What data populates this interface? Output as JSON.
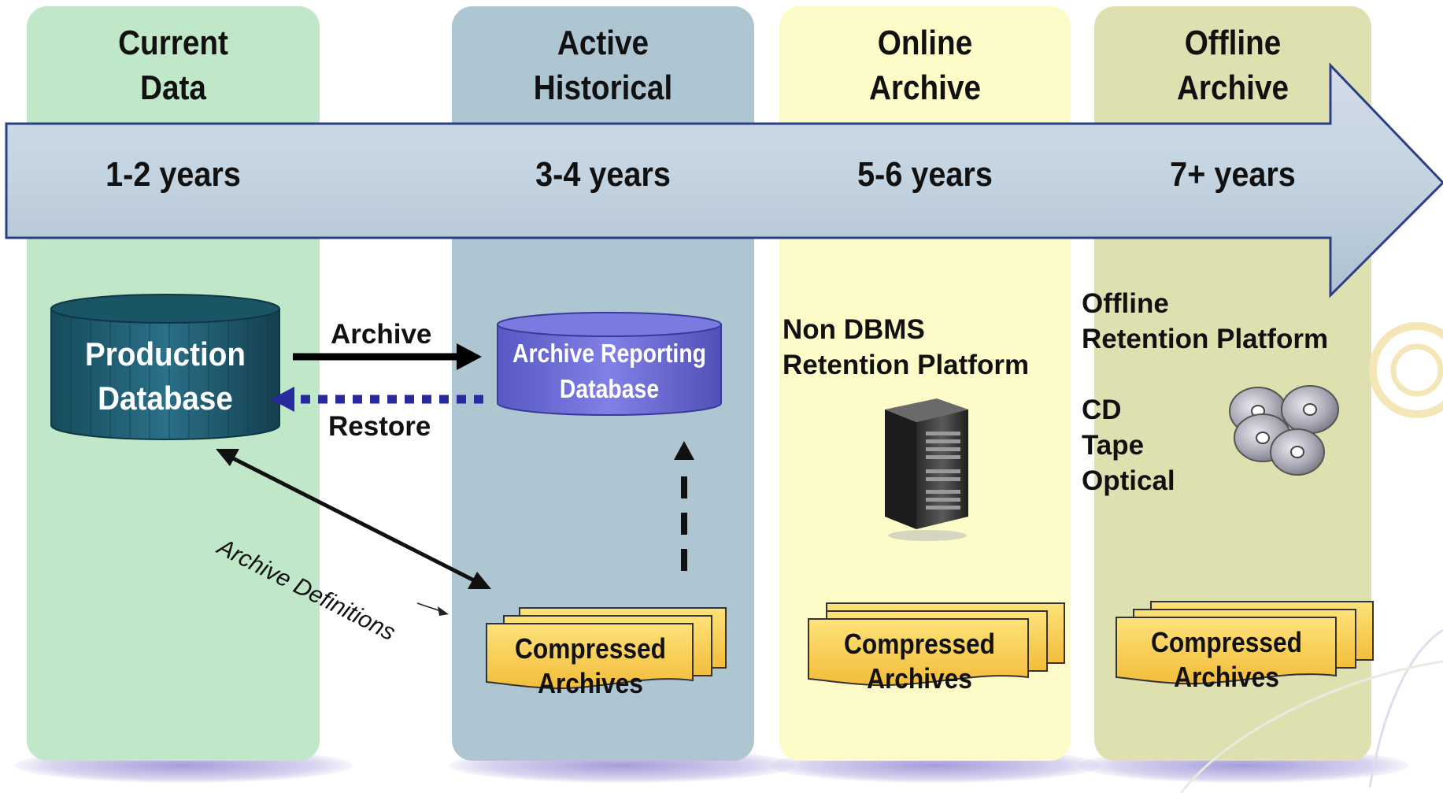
{
  "colors": {
    "current": "#c0e8c8",
    "active": "#aec5d2",
    "online": "#fdfcc8",
    "offline": "#dfe0b0",
    "arrow_band": "#c5d5e2",
    "database_dark": "#1c5e72",
    "database_purple": "#6a6ad4",
    "archive_file": "#f7cc4e",
    "restore_dotted": "#2a2aa0"
  },
  "columns": [
    {
      "title": [
        "Current",
        "Data"
      ],
      "years": "1-2 years"
    },
    {
      "title": [
        "Active",
        "Historical"
      ],
      "years": "3-4 years"
    },
    {
      "title": [
        "Online",
        "Archive"
      ],
      "years": "5-6 years"
    },
    {
      "title": [
        "Offline",
        "Archive"
      ],
      "years": "7+ years"
    }
  ],
  "production_db": [
    "Production",
    "Database"
  ],
  "reporting_db": [
    "Archive Reporting",
    "Database"
  ],
  "archive_label": "Archive",
  "restore_label": "Restore",
  "definitions_label": "Archive Definitions",
  "compressed": [
    "Compressed",
    "Archives"
  ],
  "online_platform": [
    "Non DBMS",
    "Retention Platform"
  ],
  "offline_platform": [
    "Offline",
    "Retention Platform"
  ],
  "media": [
    "CD",
    "Tape",
    "Optical"
  ],
  "icons": {
    "server": "server-tower-icon",
    "discs": "optical-discs-icon"
  }
}
